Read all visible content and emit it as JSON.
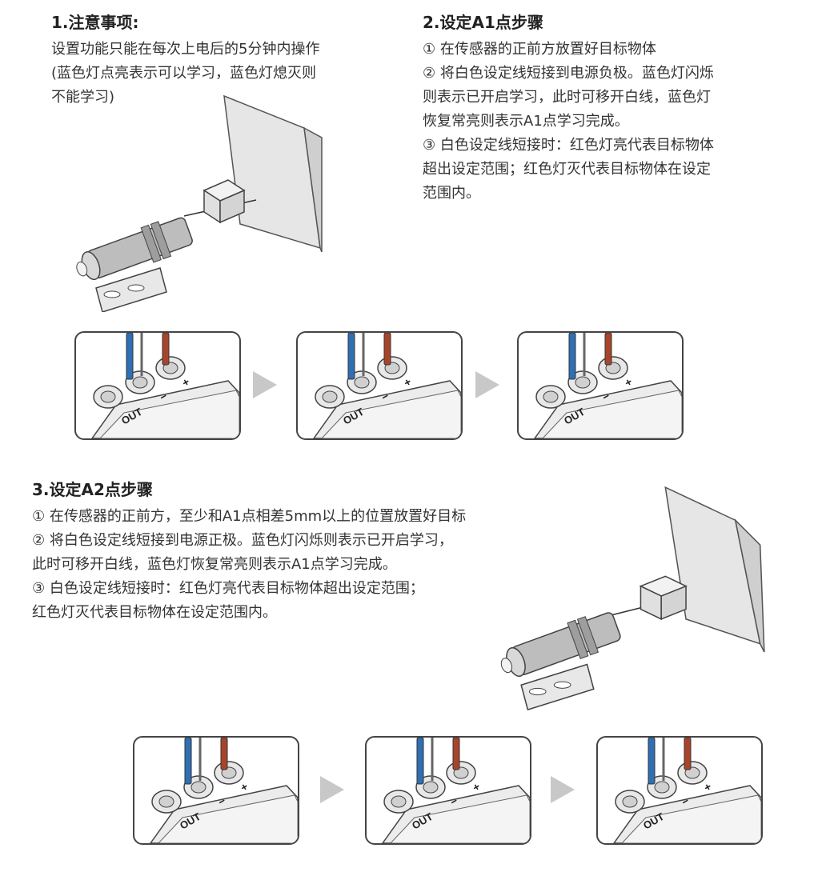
{
  "section1": {
    "title": "1.注意事项:",
    "lines": [
      "设置功能只能在每次上电后的5分钟内操作",
      "(蓝色灯点亮表示可以学习，蓝色灯熄灭则",
      "不能学习)"
    ]
  },
  "section2": {
    "title": "2.设定A1点步骤",
    "lines": [
      "① 在传感器的正前方放置好目标物体",
      "② 将白色设定线短接到电源负极。蓝色灯闪烁",
      "则表示已开启学习，此时可移开白线，蓝色灯",
      "恢复常亮则表示A1点学习完成。",
      "③ 白色设定线短接时：红色灯亮代表目标物体",
      "超出设定范围；红色灯灭代表目标物体在设定",
      "范围内。"
    ]
  },
  "section3": {
    "title": "3.设定A2点步骤",
    "lines": [
      "① 在传感器的正前方，至少和A1点相差5mm以上的位置放置好目标",
      "② 将白色设定线短接到电源正极。蓝色灯闪烁则表示已开启学习，",
      "此时可移开白线，蓝色灯恢复常亮则表示A1点学习完成。",
      "③ 白色设定线短接时：红色灯亮代表目标物体超出设定范围；",
      "红色灯灭代表目标物体在设定范围内。"
    ]
  },
  "terminal_labels": {
    "out": "OUT",
    "minus": "−",
    "plus": "+"
  },
  "colors": {
    "blue_wire": "#2f6fb3",
    "red_wire": "#a8442a",
    "arrow": "#c8c8c8"
  },
  "icons": [
    "sensor-diagram",
    "terminal-panel",
    "next-arrow-icon"
  ]
}
